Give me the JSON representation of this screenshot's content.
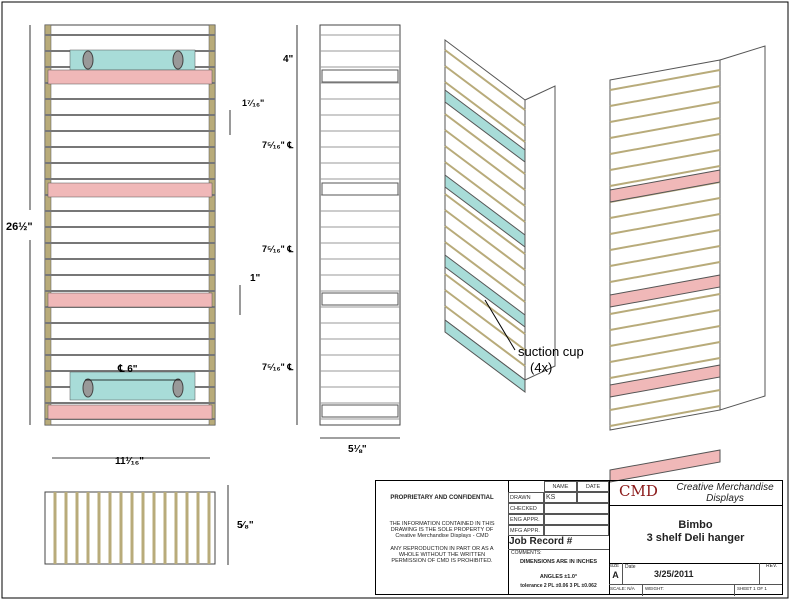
{
  "dimensions": {
    "overall_height": "26½\"",
    "top_gap": "4\"",
    "rail_spacing": "1⁷⁄₁₆\"",
    "shelf_spacing_1": "7⁵⁄₁₆\" ℄",
    "shelf_spacing_2": "7⁵⁄₁₆\" ℄",
    "shelf_spacing_3": "7⁵⁄₁₆\" ℄",
    "lip_height": "1\"",
    "suction_spacing": "℄ 6\"",
    "depth": "5⅛\"",
    "width": "11¹⁄₁₆\"",
    "top_view_depth": "5⁄₈\""
  },
  "callout": {
    "line1": "suction cup",
    "line2": "(4x)"
  },
  "title_block": {
    "proprietary": "PROPRIETARY AND CONFIDENTIAL",
    "notice1": "THE INFORMATION CONTAINED IN THIS DRAWING IS THE SOLE PROPERTY OF Creative Merchandise Displays - CMD",
    "notice2": "ANY REPRODUCTION IN PART OR AS A WHOLE WITHOUT THE WRITTEN PERMISSION OF CMD IS PROHIBITED.",
    "col_name": "NAME",
    "col_date": "DATE",
    "rows": [
      {
        "label": "DRAWN",
        "name": "KS"
      },
      {
        "label": "CHECKED",
        "name": ""
      },
      {
        "label": "ENG APPR.",
        "name": ""
      },
      {
        "label": "MFG APPR.",
        "name": ""
      }
    ],
    "job_record": "Job Record #",
    "comments_label": "COMMENTS:",
    "dimensions_note": "DIMENSIONS ARE IN INCHES",
    "angles": "ANGLES ±1.0°",
    "tolerance": "tolerance 2 PL ±0.06 3 PL ±0.062",
    "logo": "CMD",
    "company": "Creative Merchandise Displays",
    "title1": "Bimbo",
    "title2": "3 shelf Deli hanger",
    "size_label": "SIZE",
    "size": "A",
    "date_label": "Date",
    "date": "3/25/2011",
    "rev_label": "REV.",
    "scale": "SCALE: N/A",
    "weight": "WEIGHT:",
    "sheet": "SHEET 1 OF 1"
  },
  "colors": {
    "wire": "#b8ab7a",
    "shelf": "#f0b8b8",
    "panel": "#a8dcd8"
  }
}
